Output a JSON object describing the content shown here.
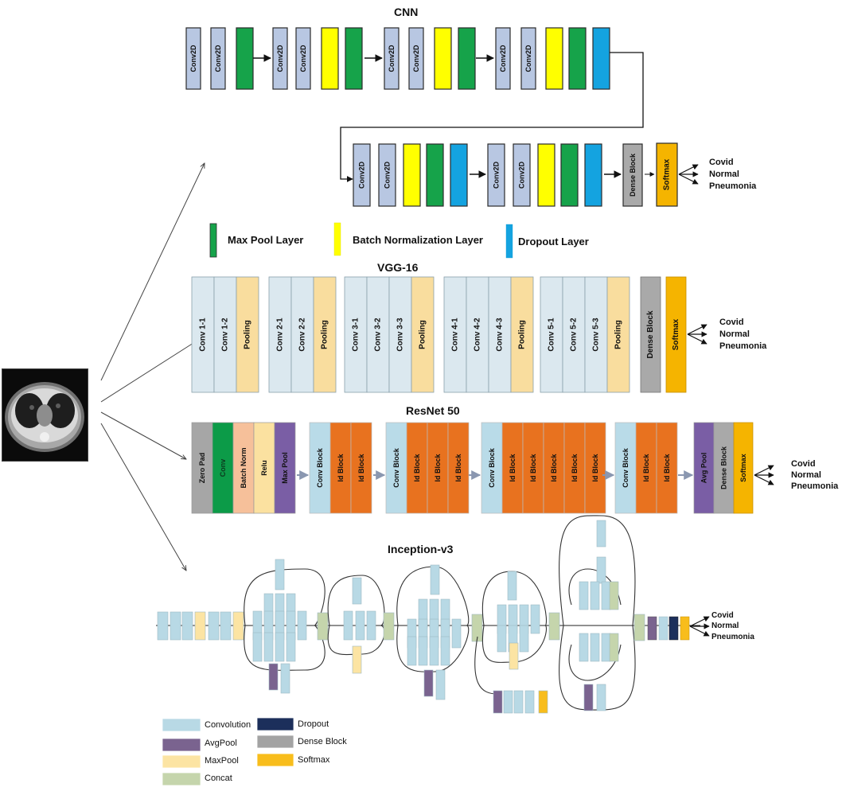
{
  "colors": {
    "conv2d": "#b8c7e2",
    "maxpool": "#16a34a",
    "batchnorm": "#ffff00",
    "dropout_cnn": "#14a3e0",
    "dense": "#a9a9a9",
    "softmax": "#f5b400",
    "vgg_conv": "#dbe8ef",
    "vgg_pool": "#f9dd9e",
    "zero_pad": "#a6a6a6",
    "conv_green": "#0c9b48",
    "batch_norm_rn": "#f6c09a",
    "relu": "#fbe1a0",
    "max_pool_rn": "#7a5ea5",
    "conv_block": "#b9dbe8",
    "id_block": "#e8721f",
    "inc_conv": "#b8d9e5",
    "inc_avgpool": "#7a638f",
    "inc_maxpool": "#fce4a3",
    "inc_concat": "#c5d5ac",
    "inc_dropout": "#1c2f5b",
    "inc_dense": "#a3a3a3",
    "inc_softmax": "#f8bd1c"
  },
  "cnn": {
    "title": "CNN",
    "row1": [
      "Conv2D",
      "Conv2D",
      "",
      "Conv2D",
      "Conv2D",
      "",
      "",
      "Conv2D",
      "Conv2D",
      "",
      "",
      "Conv2D",
      "Conv2D",
      "",
      "",
      ""
    ],
    "row2": [
      "Conv2D",
      "Conv2D",
      "",
      "",
      "",
      "Conv2D",
      "Conv2D",
      "",
      "",
      "",
      "Dense Block",
      "Softmax"
    ],
    "outputs": [
      "Covid",
      "Normal",
      "Pneumonia"
    ]
  },
  "key": {
    "maxpool": "Max Pool Layer",
    "batchnorm": "Batch Normalization Layer",
    "dropout": "Dropout Layer"
  },
  "vgg": {
    "title": "VGG-16",
    "groups": [
      [
        "Conv 1-1",
        "Conv 1-2",
        "Pooling"
      ],
      [
        "Conv 2-1",
        "Conv 2-2",
        "Pooling"
      ],
      [
        "Conv 3-1",
        "Conv 3-2",
        "Conv 3-3",
        "Pooling"
      ],
      [
        "Conv 4-1",
        "Conv 4-2",
        "Conv 4-3",
        "Pooling"
      ],
      [
        "Conv 5-1",
        "Conv 5-2",
        "Conv 5-3",
        "Pooling"
      ]
    ],
    "dense": "Dense Block",
    "softmax": "Softmax",
    "outputs": [
      "Covid",
      "Normal",
      "Pneumonia"
    ]
  },
  "resnet": {
    "title": "ResNet 50",
    "stem": [
      "Zero Pad",
      "Conv",
      "Batch Norm",
      "Relu",
      "Max Pool"
    ],
    "stages": [
      [
        "Conv Block",
        "Id Block",
        "Id Block"
      ],
      [
        "Conv Block",
        "Id Block",
        "Id Block",
        "Id Block"
      ],
      [
        "Conv Block",
        "Id Block",
        "Id Block",
        "Id Block",
        "Id Block",
        "Id Block"
      ],
      [
        "Conv Block",
        "Id Block",
        "Id Block"
      ]
    ],
    "head": [
      "Avg Pool",
      "Dense Block",
      "Softmax"
    ],
    "outputs": [
      "Covid",
      "Normal",
      "Pneumonia"
    ]
  },
  "inception": {
    "title": "Inception-v3",
    "outputs": [
      "Covid",
      "Normal",
      "Pneumonia"
    ]
  },
  "legend": [
    {
      "label": "Convolution",
      "color": "#b8d9e5"
    },
    {
      "label": "AvgPool",
      "color": "#7a638f"
    },
    {
      "label": "MaxPool",
      "color": "#fce4a3"
    },
    {
      "label": "Concat",
      "color": "#c5d5ac"
    },
    {
      "label": "Dropout",
      "color": "#1c2f5b"
    },
    {
      "label": "Dense Block",
      "color": "#a3a3a3"
    },
    {
      "label": "Softmax",
      "color": "#f8bd1c"
    }
  ]
}
